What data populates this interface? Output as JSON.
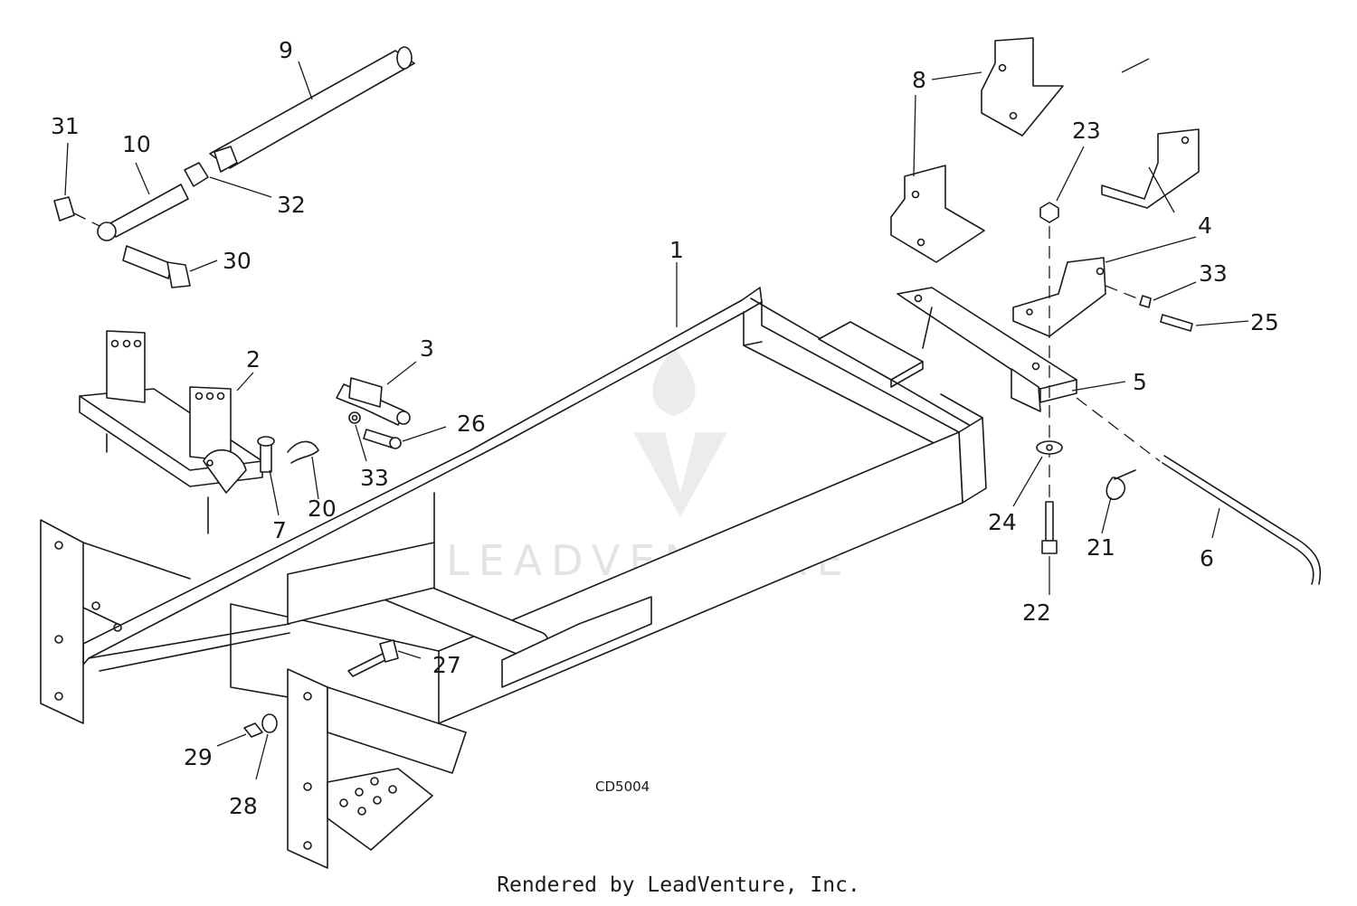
{
  "watermark": {
    "brand": "LEADVENTURE"
  },
  "figure_code": "CD5004",
  "footer": "Rendered by LeadVenture, Inc.",
  "callouts": [
    {
      "id": "c1",
      "label": "1"
    },
    {
      "id": "c2",
      "label": "2"
    },
    {
      "id": "c3",
      "label": "3"
    },
    {
      "id": "c4a",
      "label": "4"
    },
    {
      "id": "c4b",
      "label": "4"
    },
    {
      "id": "c5",
      "label": "5"
    },
    {
      "id": "c6",
      "label": "6"
    },
    {
      "id": "c7",
      "label": "7"
    },
    {
      "id": "c8a",
      "label": "8"
    },
    {
      "id": "c9",
      "label": "9"
    },
    {
      "id": "c10",
      "label": "10"
    },
    {
      "id": "c20",
      "label": "20"
    },
    {
      "id": "c21",
      "label": "21"
    },
    {
      "id": "c22",
      "label": "22"
    },
    {
      "id": "c23",
      "label": "23"
    },
    {
      "id": "c24",
      "label": "24"
    },
    {
      "id": "c25",
      "label": "25"
    },
    {
      "id": "c26",
      "label": "26"
    },
    {
      "id": "c27",
      "label": "27"
    },
    {
      "id": "c28",
      "label": "28"
    },
    {
      "id": "c29",
      "label": "29"
    },
    {
      "id": "c30",
      "label": "30"
    },
    {
      "id": "c31",
      "label": "31"
    },
    {
      "id": "c32",
      "label": "32"
    },
    {
      "id": "c33a",
      "label": "33"
    },
    {
      "id": "c33b",
      "label": "33"
    }
  ]
}
